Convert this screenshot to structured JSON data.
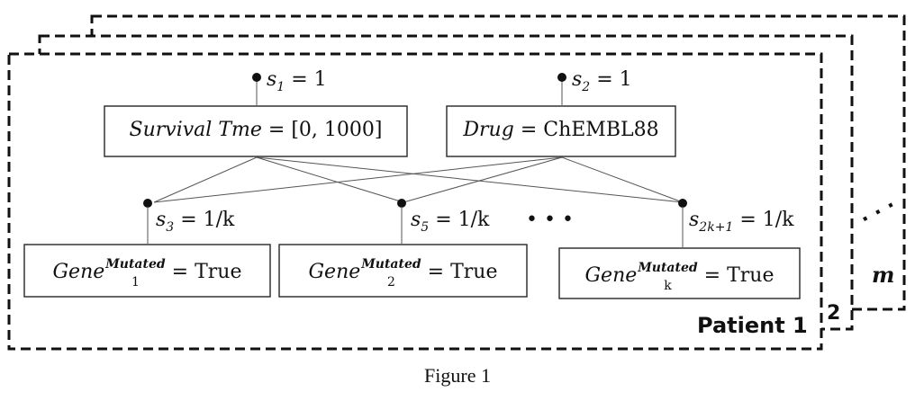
{
  "frames": {
    "back_label": "m",
    "middle_label": "2",
    "front_label": "Patient 1",
    "ellipsis": ". . ."
  },
  "nodes": {
    "top_left": {
      "s_var": "s",
      "s_sub": "1",
      "s_val": "= 1",
      "name": "Survival Tme",
      "op": "=",
      "value": "[0, 1000]"
    },
    "top_right": {
      "s_var": "s",
      "s_sub": "2",
      "s_val": "= 1",
      "name": "Drug",
      "op": "=",
      "value": "ChEMBL88"
    },
    "gene1": {
      "s_var": "s",
      "s_sub": "3",
      "s_val": "= 1/k",
      "name": "Gene",
      "sup": "Mutated",
      "sub": "1",
      "op": "=",
      "value": "True"
    },
    "gene2": {
      "s_var": "s",
      "s_sub": "5",
      "s_val": "= 1/k",
      "name": "Gene",
      "sup": "Mutated",
      "sub": "2",
      "op": "=",
      "value": "True"
    },
    "genek": {
      "s_var": "s",
      "s_sub": "2k+1",
      "s_val": "= 1/k",
      "name": "Gene",
      "sup": "Mutated",
      "sub": "k",
      "op": "=",
      "value": "True"
    }
  },
  "middle_ellipsis": "• • •",
  "caption": "Figure 1"
}
